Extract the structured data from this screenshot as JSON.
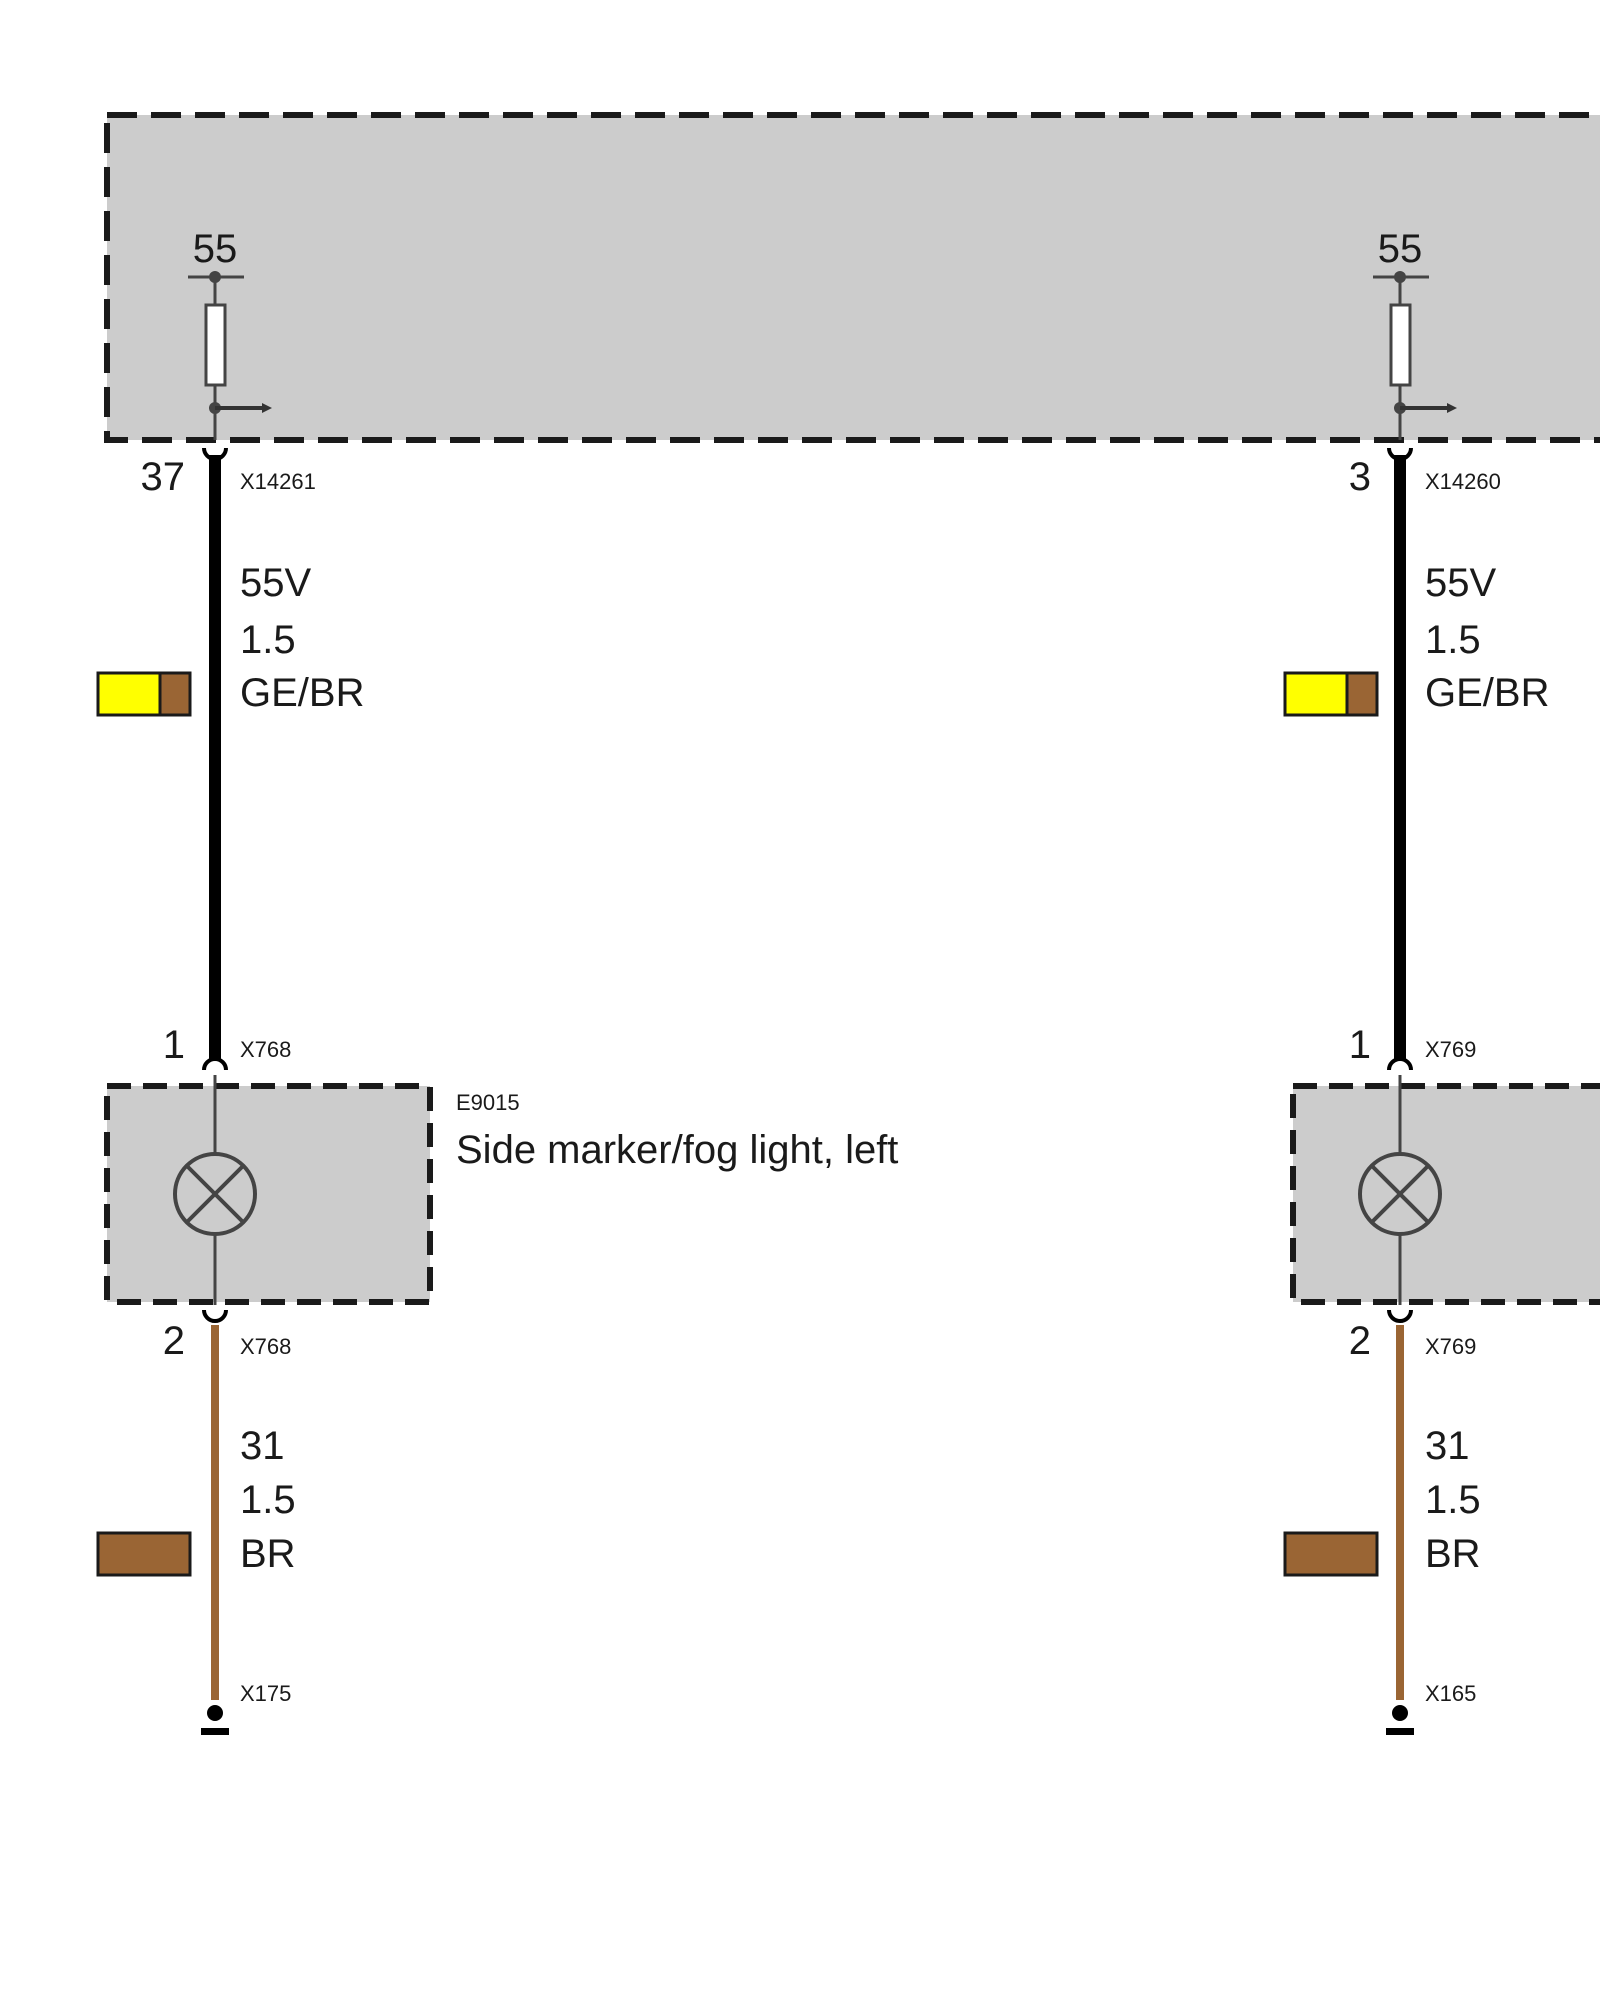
{
  "colors": {
    "module_fill": "#cccccc",
    "wire_black": "#000000",
    "wire_brown": "#9a6534",
    "swatch_yellow": "#ffff00",
    "swatch_brown": "#9a6534"
  },
  "control_module": {
    "left": {
      "terminal": "55",
      "pin": "37",
      "connector": "X14261"
    },
    "right": {
      "terminal": "55",
      "pin": "3",
      "connector": "X14260"
    }
  },
  "supply_wires": {
    "left": {
      "signal": "55V",
      "gauge": "1.5",
      "color_code": "GE/BR"
    },
    "right": {
      "signal": "55V",
      "gauge": "1.5",
      "color_code": "GE/BR"
    }
  },
  "lamps": {
    "left": {
      "id": "E9015",
      "label": "Side marker/fog light, left",
      "pin_top": "1",
      "pin_bottom": "2",
      "connector_top": "X768",
      "connector_bottom": "X768"
    },
    "right": {
      "pin_top": "1",
      "pin_bottom": "2",
      "connector_top": "X769",
      "connector_bottom": "X769"
    }
  },
  "ground_wires": {
    "left": {
      "signal": "31",
      "gauge": "1.5",
      "color_code": "BR",
      "ground_point": "X175"
    },
    "right": {
      "signal": "31",
      "gauge": "1.5",
      "color_code": "BR",
      "ground_point": "X165"
    }
  }
}
